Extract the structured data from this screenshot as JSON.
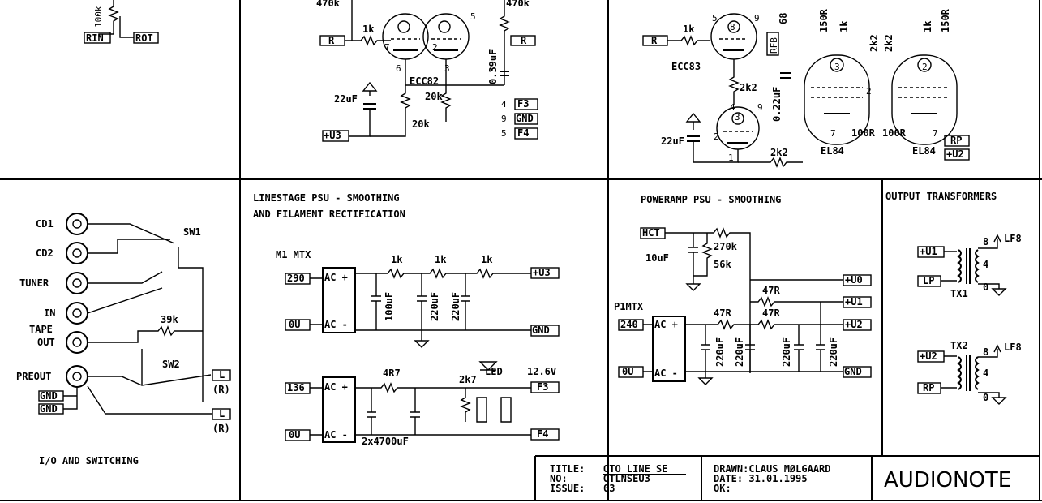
{
  "panels": {
    "top_left": {
      "resistor": "100k",
      "labels": [
        "RIN",
        "ROT"
      ]
    },
    "top_mid": {
      "labels": [
        "470k",
        "1k",
        "470k",
        "ECC82",
        "0.39uF",
        "22uF",
        "20k",
        "20k",
        "R",
        "R",
        "+U3",
        "F3",
        "GND",
        "F4"
      ],
      "pins": [
        "7",
        "6",
        "2",
        "3",
        "5",
        "4",
        "9",
        "5"
      ]
    },
    "top_right": {
      "labels": [
        "1k",
        "ECC83",
        "2k2",
        "68",
        "RFB",
        "150R",
        "150R",
        "1k",
        "1k",
        "2k2",
        "2k2",
        "0.22uF",
        "22uF",
        "2k2",
        "100R",
        "100R",
        "EL84",
        "EL84",
        "RP",
        "+U2",
        "R"
      ],
      "pins": [
        "5",
        "8",
        "9",
        "4",
        "3",
        "9",
        "1",
        "2",
        "7",
        "3",
        "2",
        "7",
        "2"
      ]
    },
    "io": {
      "title": "I/O AND SWITCHING",
      "jacks": [
        "CD1",
        "CD2",
        "TUNER",
        "IN",
        "TAPE",
        "OUT",
        "PREOUT"
      ],
      "labels": [
        "SW1",
        "39k",
        "SW2",
        "L",
        "(R)",
        "L",
        "(R)",
        "GND",
        "GND"
      ]
    },
    "linestage": {
      "title_line1": "LINESTAGE PSU - SMOOTHING",
      "title_line2": "AND FILAMENT RECTIFICATION",
      "module": "M1 MTX",
      "in1": "290",
      "in0": "0U",
      "ac_plus": "AC +",
      "ac_minus": "AC -",
      "r1": "1k",
      "r2": "1k",
      "r3": "1k",
      "caps": [
        "100uF",
        "220uF",
        "220uF"
      ],
      "out_u3": "+U3",
      "gnd": "GND",
      "in136": "136",
      "in0b": "0U",
      "r4r7": "4R7",
      "r2k7": "2k7",
      "led": "LED",
      "v12": "12.6V",
      "f3": "F3",
      "f4": "F4",
      "caps2": "2x4700uF"
    },
    "poweramp": {
      "title": "POWERAMP PSU - SMOOTHING",
      "hct": "HCT",
      "r270k": "270k",
      "r56k": "56k",
      "c10u": "10uF",
      "module": "P1MTX",
      "in240": "240",
      "in0": "0U",
      "ac_plus": "AC +",
      "ac_minus": "AC -",
      "r47a": "47R",
      "r47b": "47R",
      "r47c": "47R",
      "caps": [
        "220uF",
        "220uF",
        "220uF",
        "220uF"
      ],
      "outs": [
        "+U0",
        "+U1",
        "+U2"
      ],
      "gnd": "GND"
    },
    "output_tx": {
      "title": "OUTPUT TRANSFORMERS",
      "tx1": {
        "in": "+U1",
        "lp": "LP",
        "name": "TX1",
        "p8": "8",
        "p4": "4",
        "p0": "0",
        "out": "LF8"
      },
      "tx2": {
        "in": "+U2",
        "rp": "RP",
        "name": "TX2",
        "p8": "8",
        "p4": "4",
        "p0": "0",
        "out": "LF8"
      }
    }
  },
  "title_block": {
    "title_label": "TITLE:",
    "title_value": "OTO LINE SE",
    "no_label": "NO:",
    "no_value": "OTLNSEU3",
    "issue_label": "ISSUE:",
    "issue_value": "03",
    "drawn": "DRAWN:CLAUS MØLGAARD",
    "date": "DATE: 31.01.1995",
    "ok": "OK:",
    "logo": "AUDIONOTE"
  }
}
